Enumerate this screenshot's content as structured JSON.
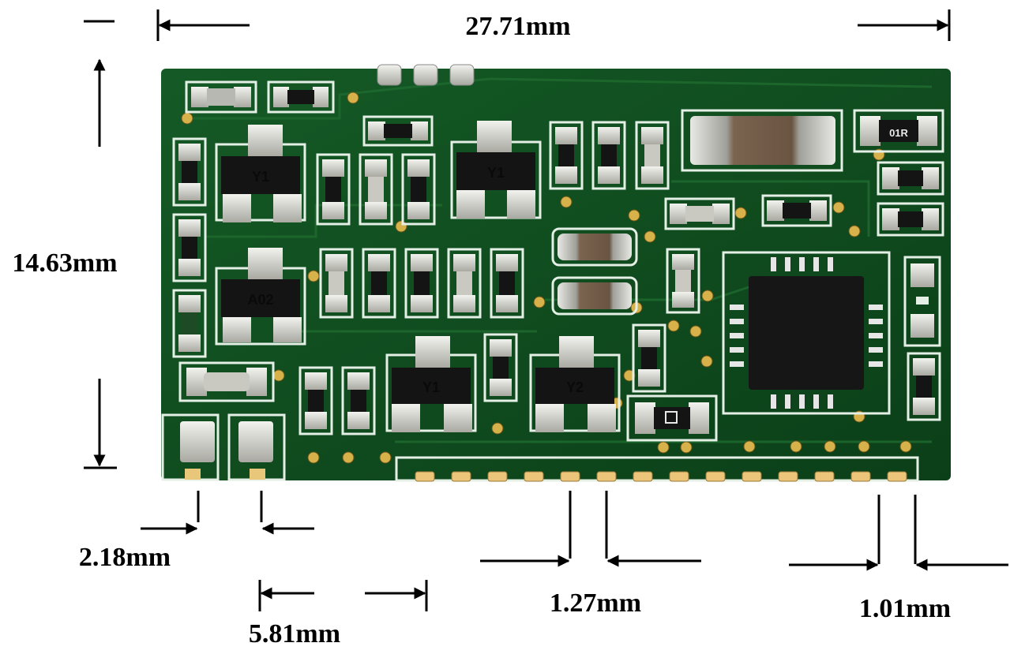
{
  "dimensions": {
    "width": "27.71mm",
    "height": "14.63mm",
    "pad_width": "2.18mm",
    "pad_spacing": "5.81mm",
    "pin_pitch": "1.27mm",
    "pin_width": "1.01mm"
  },
  "markings": {
    "transistor_1": "Y1",
    "transistor_2": "Y1",
    "transistor_3": "A02",
    "transistor_4": "Y1",
    "transistor_5": "Y2",
    "resistor": "01R"
  },
  "colors": {
    "board": "#0f4a1e",
    "silkscreen": "#e4efe6",
    "pad": "#d9d9d4",
    "component": "#141414",
    "chip": "#161616",
    "dimension_line": "#000000"
  }
}
